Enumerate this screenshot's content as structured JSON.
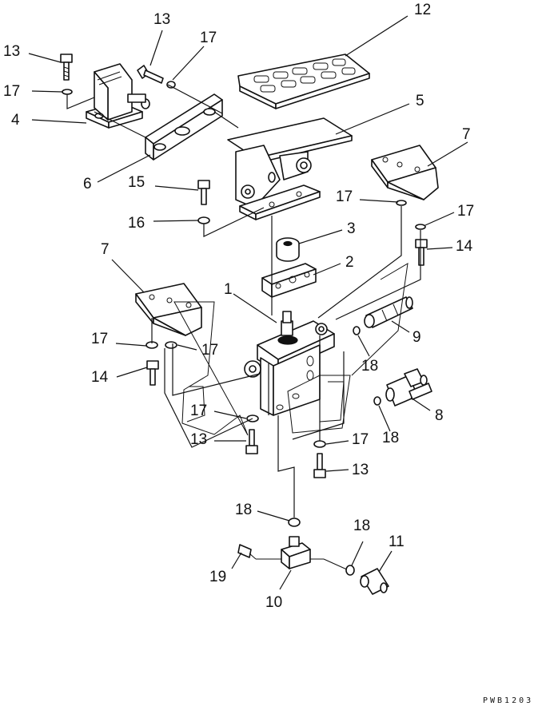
{
  "callouts": {
    "c13_top_left": "13",
    "c13_top": "13",
    "c12": "12",
    "c17_top": "17",
    "c17_left": "17",
    "c4": "4",
    "c5": "5",
    "c6": "6",
    "c7_right": "7",
    "c15": "15",
    "c17_mid": "17",
    "c16": "16",
    "c17_right": "17",
    "c3": "3",
    "c14_right": "14",
    "c7_left": "7",
    "c2": "2",
    "c1": "1",
    "c9": "9",
    "c17_lower_a": "17",
    "c17_lower_b": "17",
    "c18_a": "18",
    "c14_left": "14",
    "c8": "8",
    "c17_bottom_left": "17",
    "c18_b": "18",
    "c13_mid": "13",
    "c17_bottom_right": "17",
    "c13_bottom": "13",
    "c18_c": "18",
    "c18_d": "18",
    "c11": "11",
    "c19": "19",
    "c10": "10"
  },
  "drawing_code": "PWB1203",
  "colors": {
    "ink": "#111111",
    "paper": "#ffffff"
  }
}
